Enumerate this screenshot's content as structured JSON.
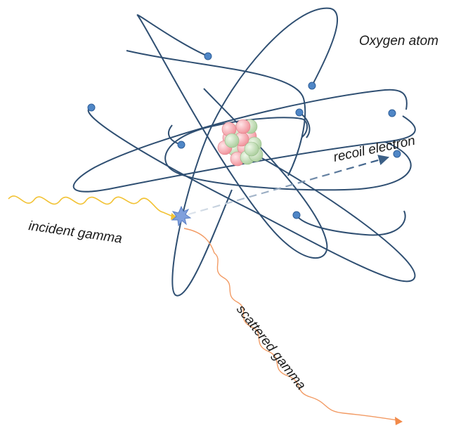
{
  "labels": {
    "atom": "Oxygen atom",
    "incident": "incident gamma",
    "recoil": "recoil electron",
    "scattered": "scattered gamma"
  },
  "colors": {
    "orbit": "#2f4f72",
    "electron": "#4f86c6",
    "electron_stroke": "#2f5f99",
    "proton": "#f4a2a8",
    "neutron": "#b9d7ad",
    "incident": "#f2c233",
    "scattered": "#f29a63",
    "recoil": "#3b5f86",
    "impact": "#7f9fdc"
  },
  "nucleus": {
    "protons": 8,
    "neutrons": 8
  },
  "electrons": {
    "count": 8
  }
}
